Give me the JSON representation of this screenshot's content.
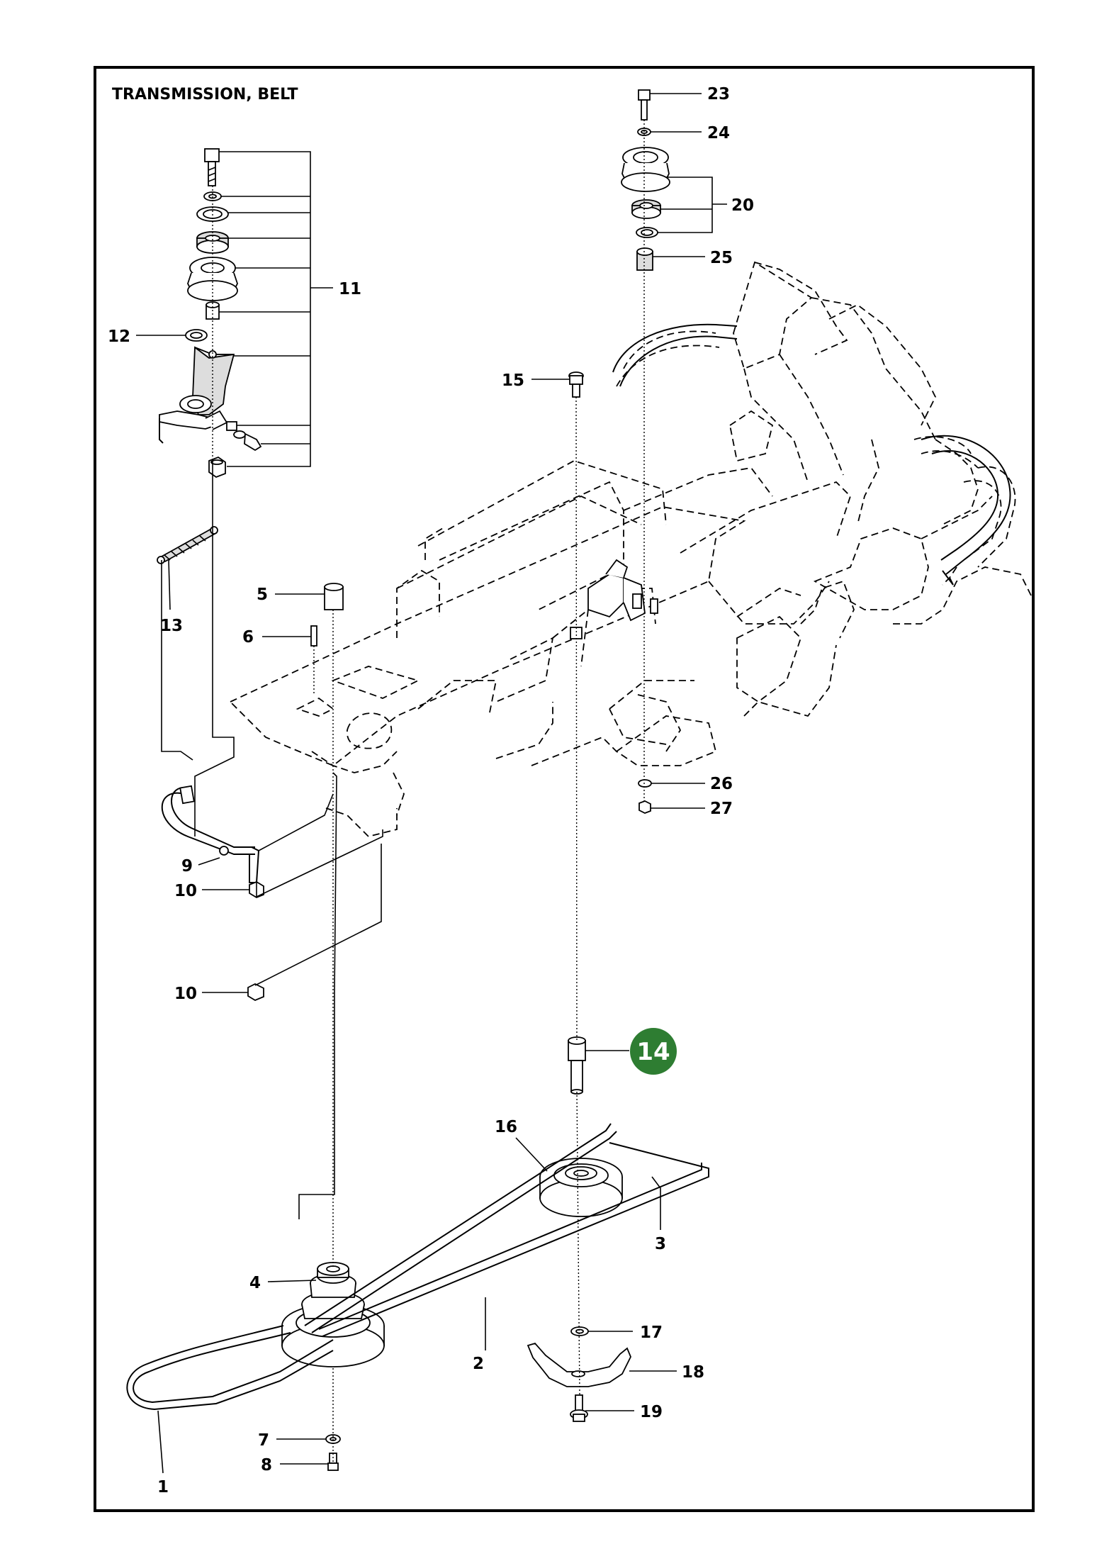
{
  "title": "TRANSMISSION, BELT",
  "highlight": {
    "label": "14",
    "color": "#2e7d32"
  },
  "labels": {
    "l1": "1",
    "l2": "2",
    "l3": "3",
    "l4": "4",
    "l5": "5",
    "l6": "6",
    "l7": "7",
    "l8": "8",
    "l9": "9",
    "l10a": "10",
    "l10b": "10",
    "l11": "11",
    "l12": "12",
    "l13": "13",
    "l15": "15",
    "l16": "16",
    "l17": "17",
    "l18": "18",
    "l19": "19",
    "l20": "20",
    "l23": "23",
    "l24": "24",
    "l25": "25",
    "l26": "26",
    "l27": "27"
  }
}
